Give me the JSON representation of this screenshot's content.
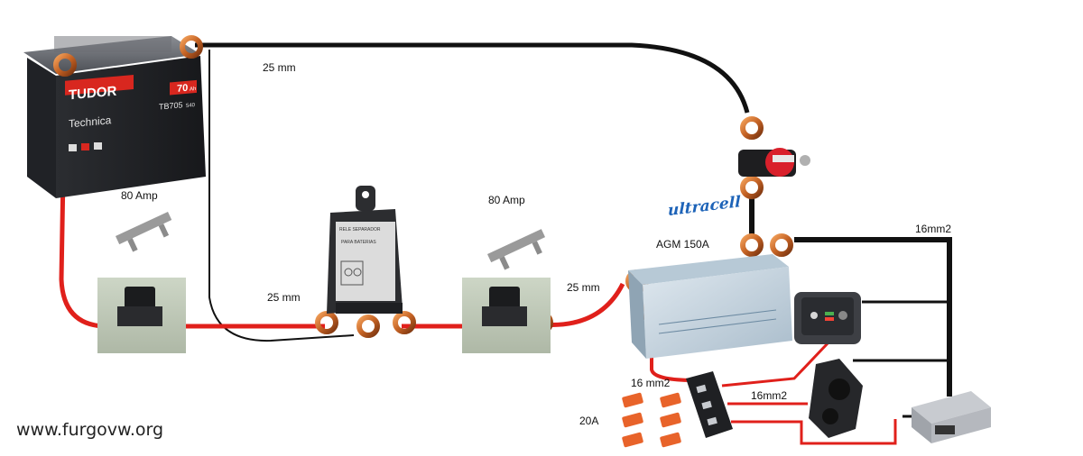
{
  "battery_main": {
    "brand": "TUDOR",
    "model_line": "Technica",
    "capacity": "70",
    "capacity_unit": "Ah",
    "code": "TB705",
    "cca": "540"
  },
  "battery_aux": {
    "brand": "ultracell",
    "label": "AGM 150A"
  },
  "relay": {
    "title": "RELE SEPARADOR",
    "subtitle": "PARA BATERIAS"
  },
  "labels": {
    "cable_top": "25 mm",
    "fuse_left": "80 Amp",
    "cable_bottom": "25 mm",
    "fuse_right": "80 Amp",
    "cable_aux": "25 mm",
    "cable_16_top": "16mm2",
    "cable_16_fusebox": "16 mm2",
    "cable_16_socket": "16mm2",
    "blade_fuses": "20A"
  },
  "watermark": "www.furgovw.org",
  "colors": {
    "positive": "#e0201b",
    "negative": "#111111",
    "copper": "#c8702c"
  }
}
